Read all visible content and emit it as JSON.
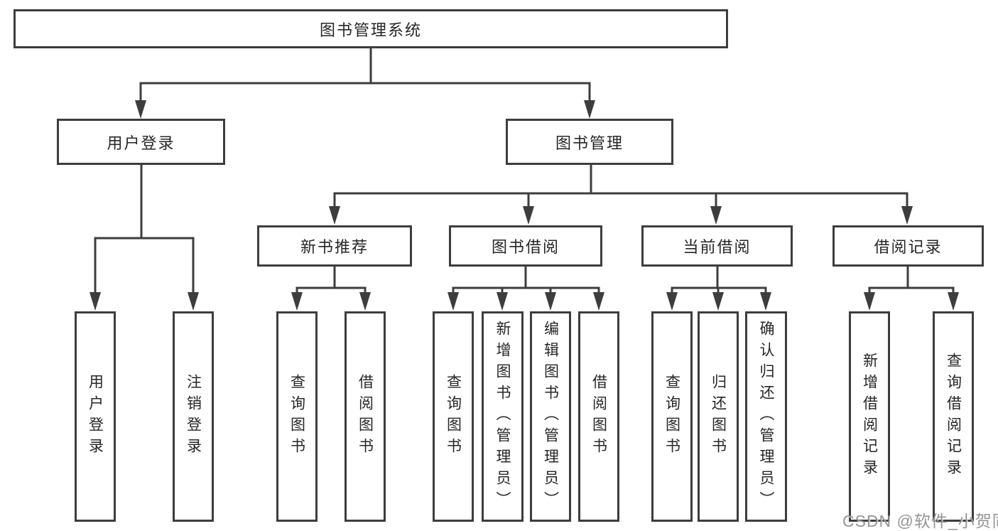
{
  "diagram": {
    "root": {
      "label": "图书管理系统"
    },
    "level2": [
      {
        "label": "用户登录"
      },
      {
        "label": "图书管理"
      }
    ],
    "level3": [
      {
        "label": "新书推荐",
        "parent": "图书管理"
      },
      {
        "label": "图书借阅",
        "parent": "图书管理"
      },
      {
        "label": "当前借阅",
        "parent": "图书管理"
      },
      {
        "label": "借阅记录",
        "parent": "图书管理"
      }
    ],
    "level4": [
      {
        "label": "用户登录",
        "parent": "用户登录"
      },
      {
        "label": "注销登录",
        "parent": "用户登录"
      },
      {
        "label": "查询图书",
        "parent": "新书推荐"
      },
      {
        "label": "借阅图书",
        "parent": "新书推荐"
      },
      {
        "label": "查询图书",
        "parent": "图书借阅"
      },
      {
        "label": "新增图书（管理员）",
        "parent": "图书借阅"
      },
      {
        "label": "编辑图书（管理员）",
        "parent": "图书借阅"
      },
      {
        "label": "借阅图书",
        "parent": "图书借阅"
      },
      {
        "label": "查询图书",
        "parent": "当前借阅"
      },
      {
        "label": "归还图书",
        "parent": "当前借阅"
      },
      {
        "label": "确认归还（管理员）",
        "parent": "当前借阅"
      },
      {
        "label": "新增借阅记录",
        "parent": "借阅记录"
      },
      {
        "label": "查询借阅记录",
        "parent": "借阅记录"
      }
    ]
  },
  "watermark": {
    "text": "CSDN @软件_小贺同学"
  },
  "colors": {
    "background": "#ffffff",
    "line": "#3d3d3d",
    "box_border": "#3d3d3d",
    "box_fill": "#ffffff",
    "text": "#262626",
    "watermark": "#868686"
  }
}
